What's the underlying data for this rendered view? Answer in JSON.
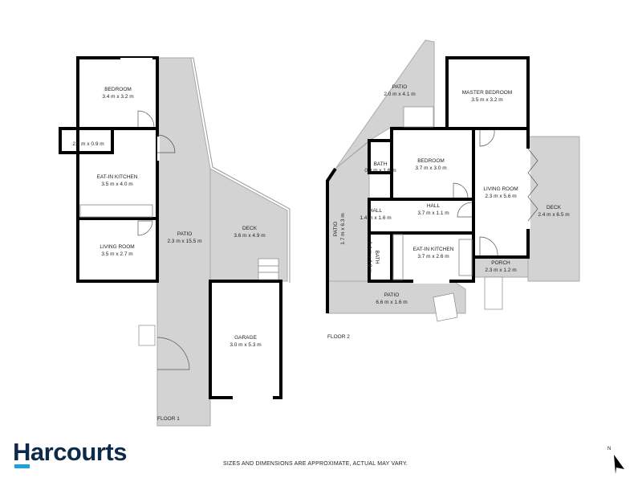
{
  "brand": {
    "name": "Harcourts",
    "accent_color": "#1ba3dc",
    "text_color": "#0d2a4a"
  },
  "disclaimer": "SIZES AND DIMENSIONS ARE APPROXIMATE, ACTUAL MAY VARY.",
  "compass": {
    "label": "N",
    "icon": "north-arrow-icon"
  },
  "floor1": {
    "title": "FLOOR 1",
    "rooms": [
      {
        "name": "BEDROOM",
        "size": "3.4 m x 3.2 m"
      },
      {
        "name": "",
        "size": "2.2 m x 0.9 m"
      },
      {
        "name": "EAT-IN KITCHEN",
        "size": "3.5 m x 4.0 m"
      },
      {
        "name": "LIVING ROOM",
        "size": "3.5 m x 2.7 m"
      },
      {
        "name": "PATIO",
        "size": "2.3 m x 15.5 m"
      },
      {
        "name": "DECK",
        "size": "3.6 m x 4.9 m"
      },
      {
        "name": "GARAGE",
        "size": "3.0 m x 5.3 m"
      }
    ]
  },
  "floor2": {
    "title": "FLOOR 2",
    "rooms": [
      {
        "name": "PATIO",
        "size": "2.0 m x 4.1 m"
      },
      {
        "name": "MASTER BEDROOM",
        "size": "3.5 m x 3.2 m"
      },
      {
        "name": "BEDROOM",
        "size": "3.7 m x 3.0 m"
      },
      {
        "name": "BATH",
        "size": "0.9 m x 1.6 m"
      },
      {
        "name": "LIVING ROOM",
        "size": "2.3 m x 5.6 m"
      },
      {
        "name": "HALL",
        "size": "1.4 m x 1.6 m"
      },
      {
        "name": "HALL",
        "size": "3.7 m x 1.1 m"
      },
      {
        "name": "PATIO",
        "size": "1.7 m x 6.3 m"
      },
      {
        "name": "BATH",
        "size": "1.4 m x 1.8 m"
      },
      {
        "name": "EAT-IN KITCHEN",
        "size": "3.7 m x 2.6 m"
      },
      {
        "name": "DECK",
        "size": "2.4 m x 6.5 m"
      },
      {
        "name": "PORCH",
        "size": "2.3 m x 1.2 m"
      },
      {
        "name": "PATIO",
        "size": "6.6 m x 1.6 m"
      }
    ]
  }
}
